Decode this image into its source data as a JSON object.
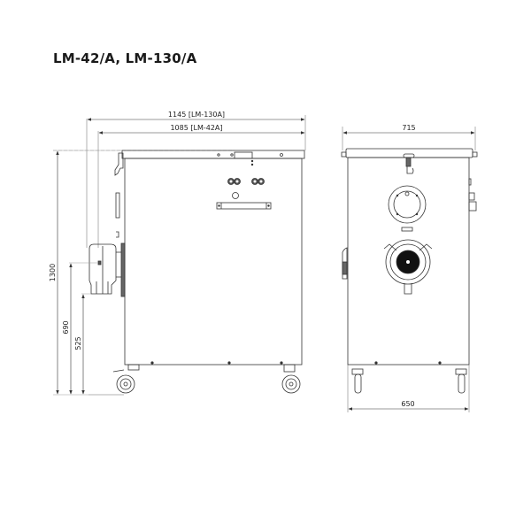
{
  "title": "LM-42/A, LM-130/A",
  "side_view": {
    "overall_length_label": "1145 [LM-130A]",
    "body_length_label": "1085 [LM-42A]",
    "height_label": "1300",
    "outlet_height_label": "690",
    "lower_outlet_height_label": "525"
  },
  "front_view": {
    "top_width_label": "715",
    "base_width_label": "650"
  },
  "colors": {
    "line": "#333333",
    "dim_line": "#555555",
    "hidden_line": "#9a9a9a",
    "fill_dark": "#111111",
    "background": "#ffffff"
  }
}
